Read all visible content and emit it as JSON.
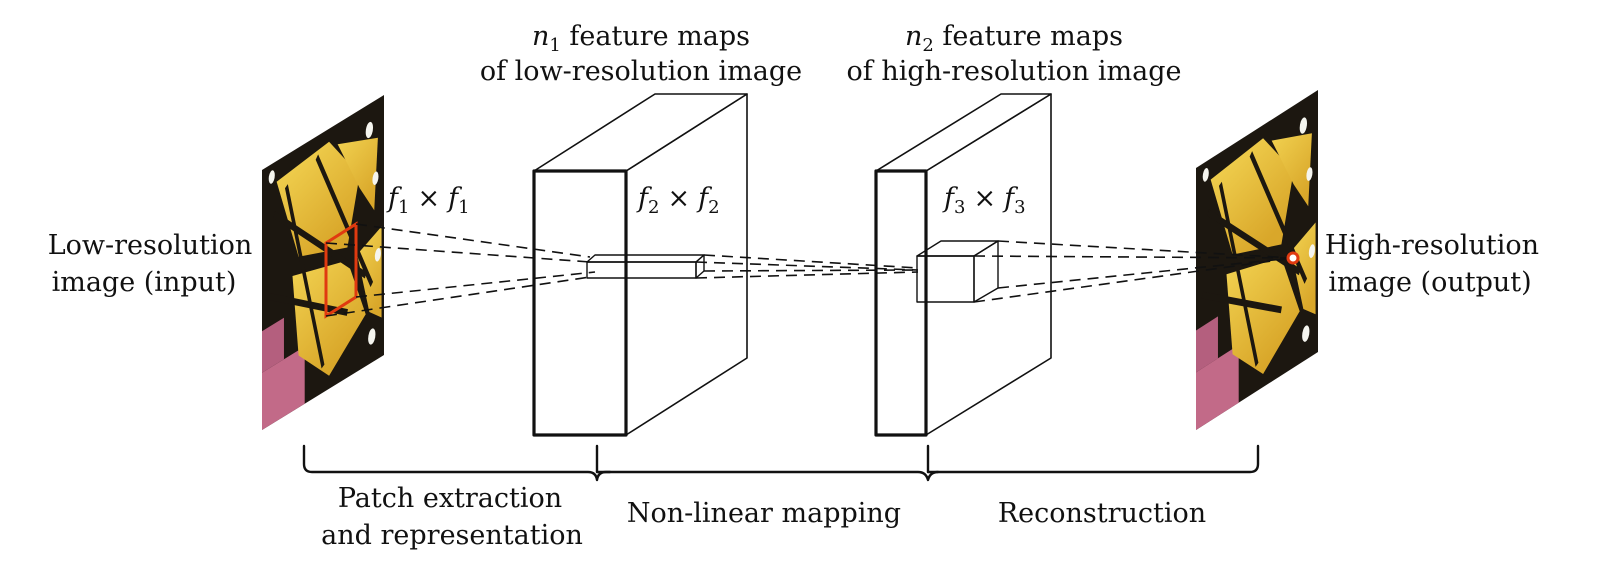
{
  "input": {
    "label_line1": "Low-resolution",
    "label_line2": "image (input)",
    "filter_f": "f",
    "filter_sub": "1",
    "filter_times": "×"
  },
  "layer1": {
    "title_var": "n",
    "title_sub": "1",
    "title_rest": " feature maps",
    "title_line2": "of low-resolution image",
    "filter_f": "f",
    "filter_sub": "2",
    "filter_times": "×"
  },
  "layer2": {
    "title_var": "n",
    "title_sub": "2",
    "title_rest": " feature maps",
    "title_line2": "of high-resolution image",
    "filter_f": "f",
    "filter_sub": "3",
    "filter_times": "×"
  },
  "output": {
    "label_line1": "High-resolution",
    "label_line2": "image (output)"
  },
  "stages": {
    "patch_line1": "Patch extraction",
    "patch_line2": "and representation",
    "mapping": "Non-linear mapping",
    "reconstruction": "Reconstruction"
  },
  "colors": {
    "highlight": "#e03a10",
    "wing_yellow": "#e8bf3a",
    "wing_black": "#1c1710",
    "flower_pink": "#c26a88"
  },
  "icons": {
    "input_image": "butterfly-wing-photo",
    "output_image": "butterfly-wing-photo"
  }
}
